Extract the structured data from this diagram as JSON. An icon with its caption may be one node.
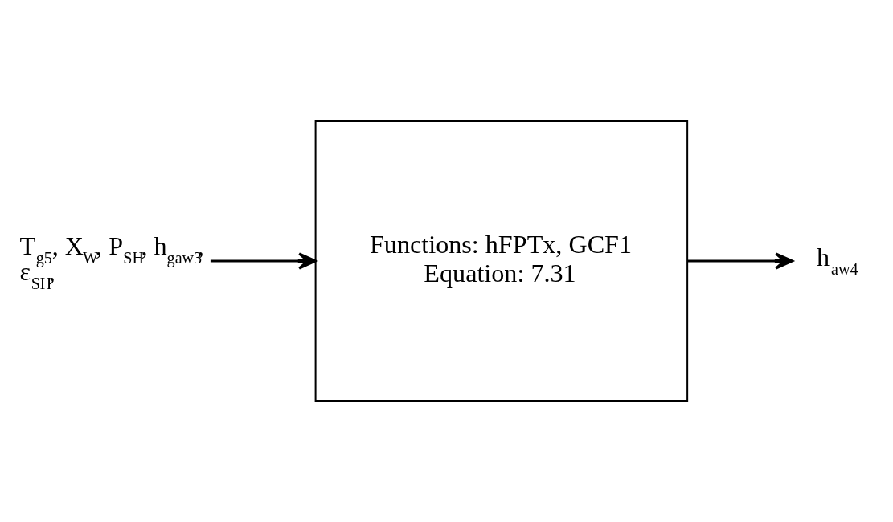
{
  "diagram": {
    "nodes": [
      {
        "text": [
          "T$_{g5}$, X$_{W}$, P$_{SH}$, h$_{gaw3}$, ε$_{SH}$,"
        ]
      },
      {
        "text": [
          "Functions: hFPTx, GCF1",
          "Equation: 7.31"
        ]
      },
      {
        "text": [
          "h$_{aw4}$"
        ]
      }
    ],
    "edges": [
      {
        "from": 0,
        "to": 1,
        "arrow": "to"
      },
      {
        "from": 1,
        "to": 2,
        "arrow": "to"
      }
    ]
  }
}
